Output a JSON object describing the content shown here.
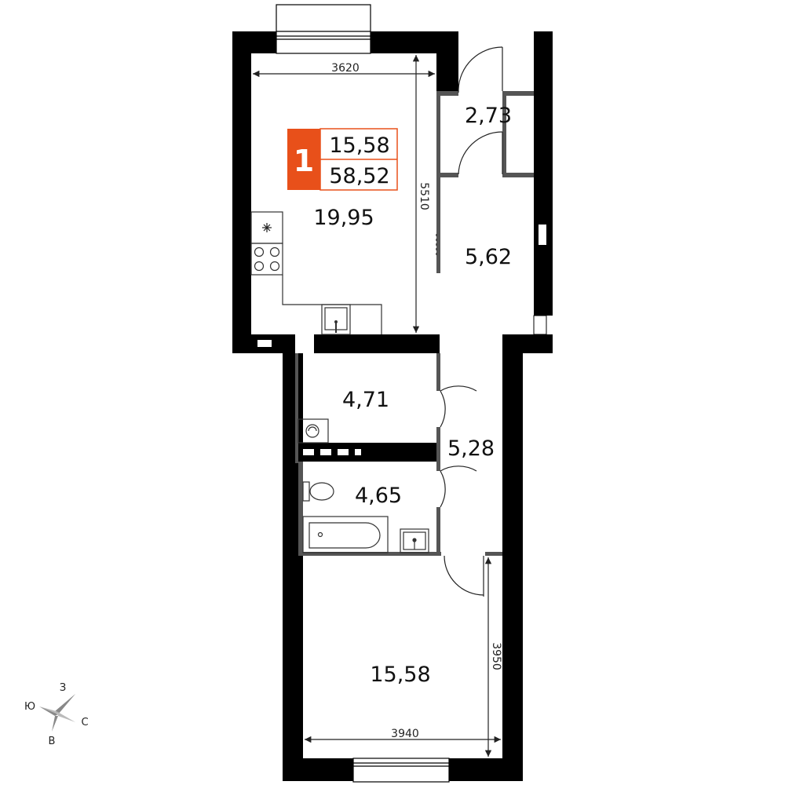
{
  "badge": {
    "rooms": "1",
    "living_area": "15,58",
    "total_area": "58,52",
    "color": "#e8501a"
  },
  "rooms": {
    "kitchen": "19,95",
    "vestibule": "2,73",
    "hall": "5,62",
    "laundry": "4,71",
    "corridor": "5,28",
    "bathroom": "4,65",
    "bedroom": "15,58"
  },
  "dimensions": {
    "kitchen_width": "3620",
    "kitchen_length": "5510",
    "bedroom_width": "3940",
    "bedroom_length": "3950"
  },
  "compass": {
    "north": "З",
    "east": "С",
    "south": "В",
    "west": "Ю"
  },
  "colors": {
    "wall": "#000000",
    "partition": "#555555",
    "accent": "#e8501a"
  }
}
